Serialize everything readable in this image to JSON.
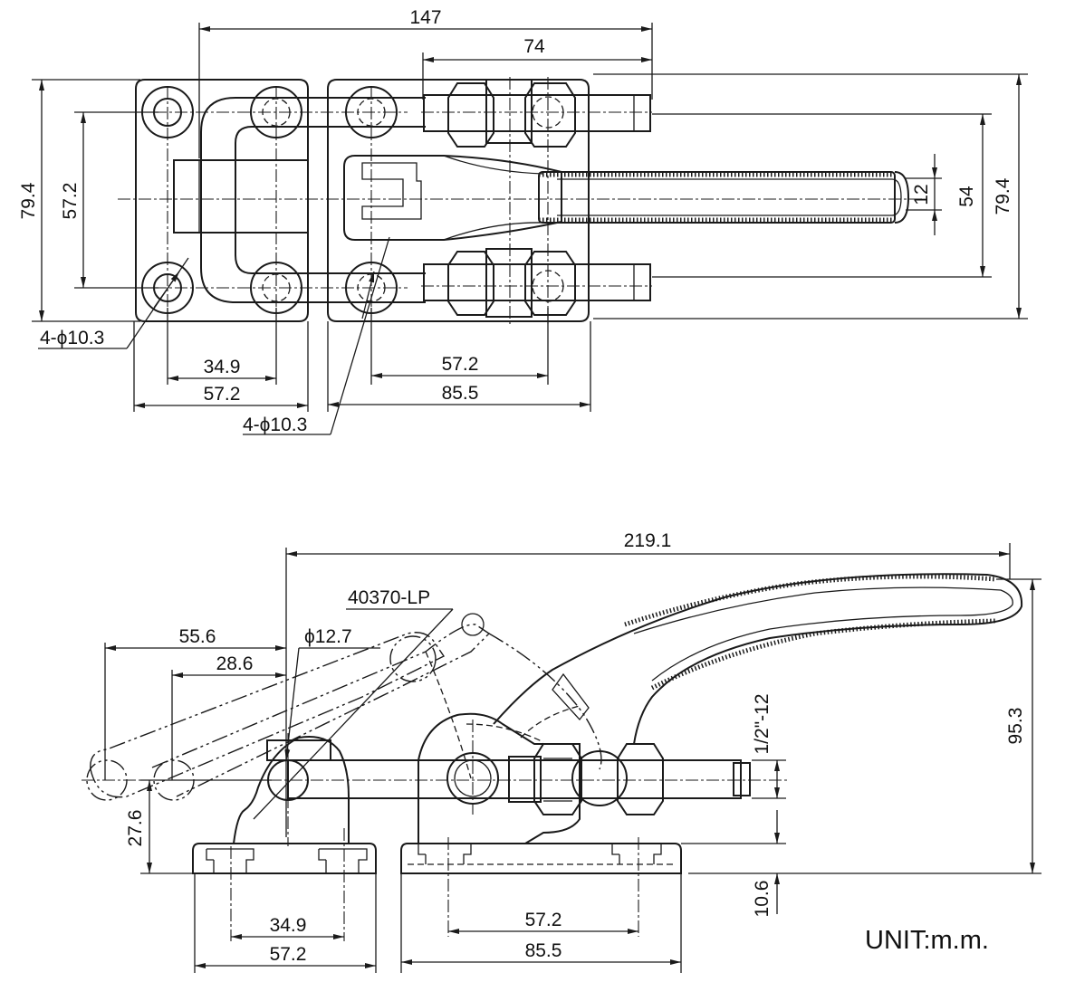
{
  "top_view": {
    "dims": {
      "d147": "147",
      "d74": "74",
      "d79_4_left": "79.4",
      "d57_2_left": "57.2",
      "d79_4_right": "79.4",
      "d54": "54",
      "d12": "12",
      "hole_left": "4-ϕ10.3",
      "d34_9": "34.9",
      "d57_2_bottom": "57.2",
      "hole_mid": "4-ϕ10.3",
      "d57_2_right": "57.2",
      "d85_5": "85.5"
    }
  },
  "side_view": {
    "dims": {
      "d219_1": "219.1",
      "part_no": "40370-LP",
      "d55_6": "55.6",
      "d28_6": "28.6",
      "phi12_7": "ϕ12.7",
      "thread": "1/2\"-12",
      "d95_3": "95.3",
      "d27_6": "27.6",
      "d10_6": "10.6",
      "d34_9": "34.9",
      "d57_2_left": "57.2",
      "d57_2_right": "57.2",
      "d85_5": "85.5"
    }
  },
  "unit_label": "UNIT:m.m."
}
